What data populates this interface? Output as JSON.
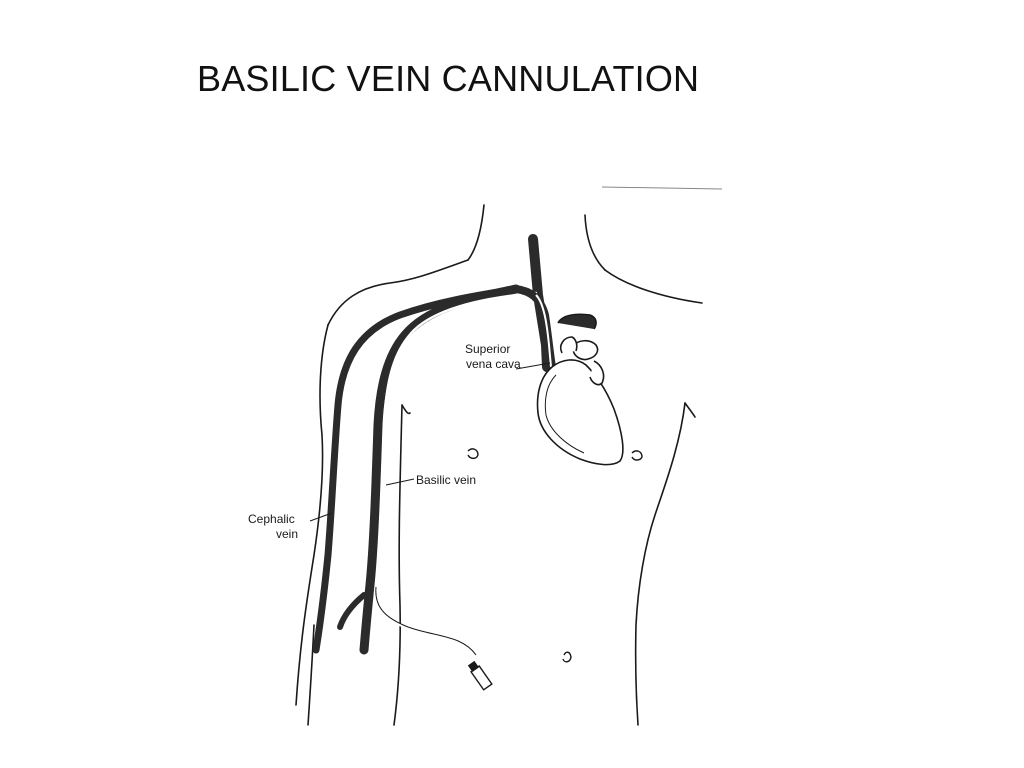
{
  "slide": {
    "title": "BASILIC VEIN CANNULATION"
  },
  "diagram": {
    "labels": {
      "superior_vena_cava_line1": "Superior",
      "superior_vena_cava_line2": "vena cava",
      "basilic_vein": "Basilic vein",
      "cephalic_vein_line1": "Cephalic",
      "cephalic_vein_line2": "vein"
    }
  },
  "colors": {
    "ink": "#1a1a1a",
    "vein": "#2b2b2b",
    "paper": "#ffffff"
  }
}
